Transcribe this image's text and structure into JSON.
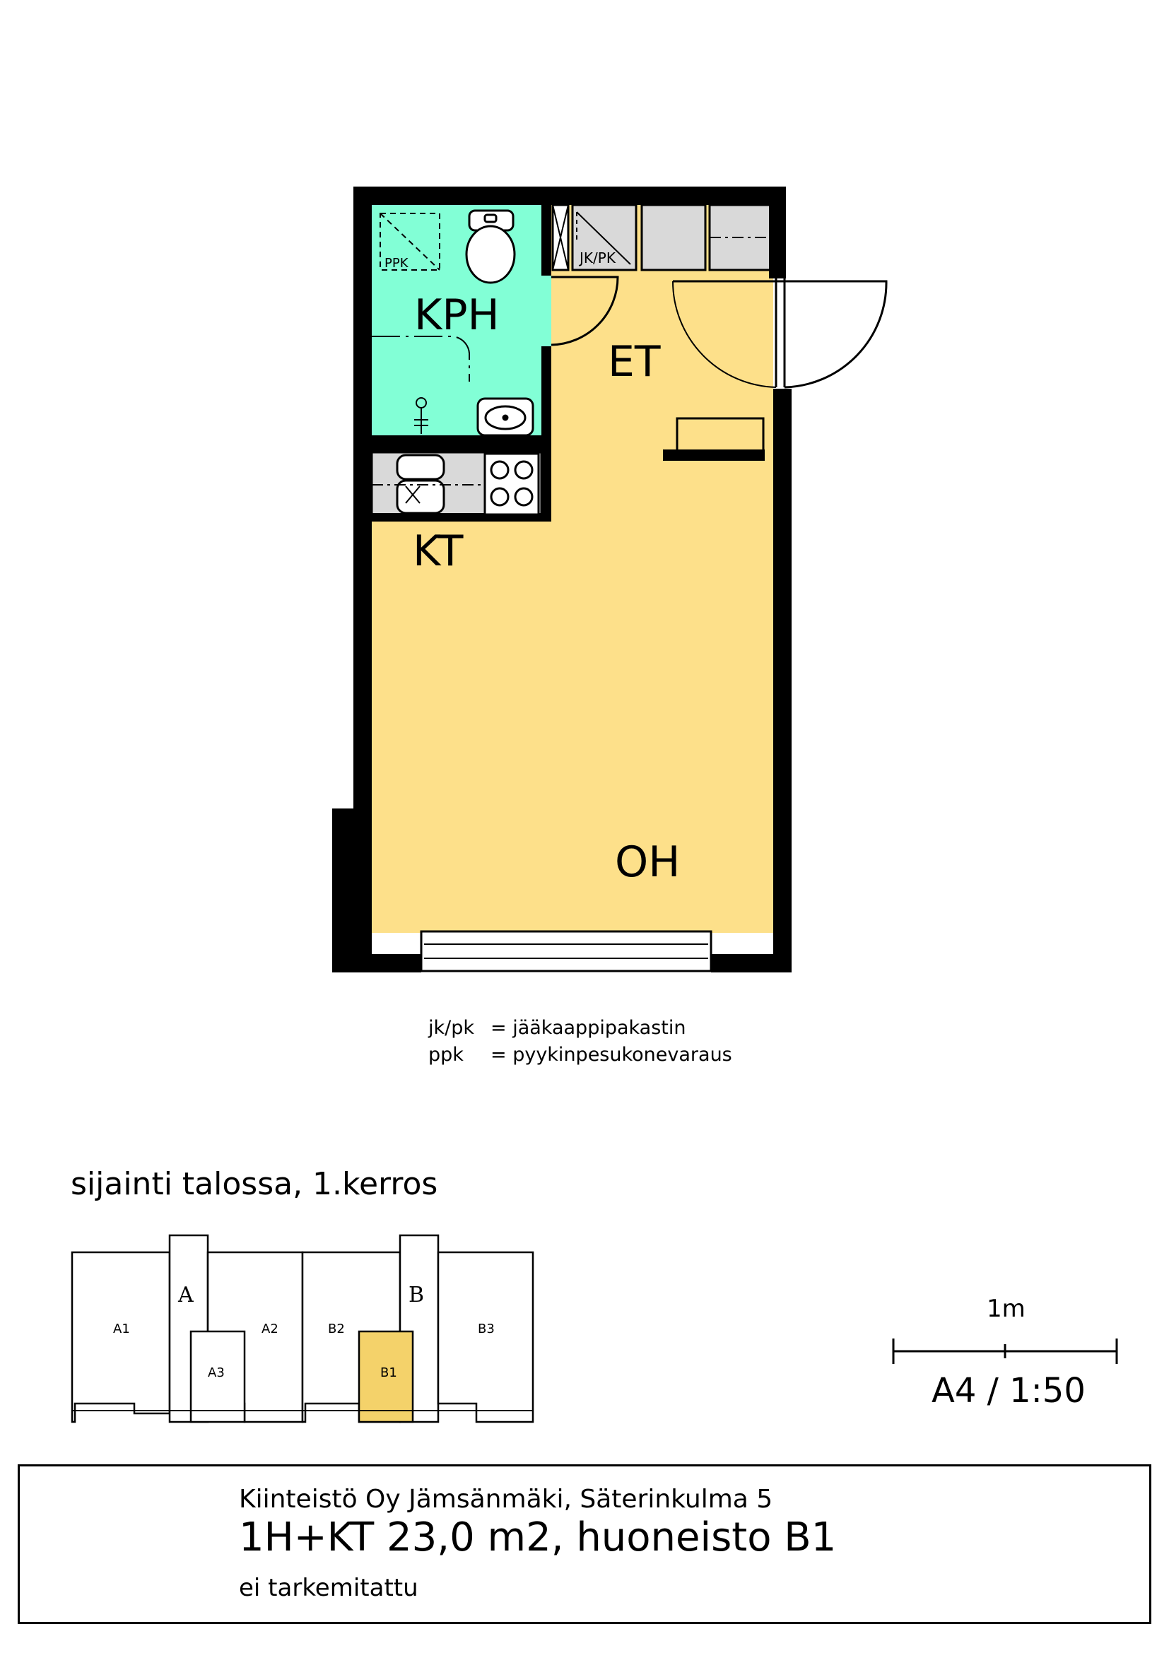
{
  "rooms": {
    "kph": "KPH",
    "et": "ET",
    "kt": "KT",
    "oh": "OH",
    "ppk_tag": "PPK",
    "jkpk_tag": "JK/PK"
  },
  "legend": [
    {
      "key": "jk/pk",
      "value": "= jääkaappipakastin"
    },
    {
      "key": "ppk",
      "value": "= pyykinpesukonevaraus"
    }
  ],
  "location": {
    "title": "sijainti talossa, 1.kerros",
    "stair_a": "A",
    "stair_b": "B",
    "units": [
      "A1",
      "A2",
      "A3",
      "B2",
      "B1",
      "B3"
    ],
    "highlight": "B1"
  },
  "scale": {
    "bar_label": "1m",
    "paper_scale": "A4 / 1:50"
  },
  "title_block": {
    "line1": "Kiinteistö Oy Jämsänmäki, Säterinkulma 5",
    "line2": "1H+KT 23,0 m2, huoneisto B1",
    "line3": "ei tarkemitattu"
  },
  "colors": {
    "living": "#fde08a",
    "bathroom": "#82ffd6",
    "highlight_unit": "#f4d26a",
    "wall": "#000000"
  }
}
